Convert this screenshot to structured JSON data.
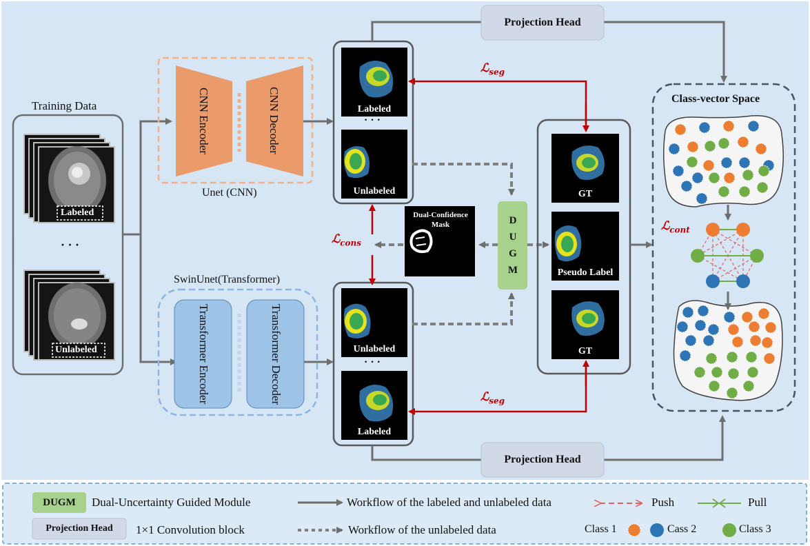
{
  "colors": {
    "background": "#d6e6f5",
    "cnn": "#eb9a6a",
    "transformer": "#9dc3e6",
    "dugm": "#a9d18e",
    "projection": "#d0d9e5",
    "red": "#c00000",
    "class1": "#ed7d31",
    "class2": "#2e75b6",
    "class3": "#70ad47"
  },
  "training": {
    "title": "Training Data",
    "labeled": "Labeled",
    "dots": "· · ·",
    "unlabeled": "Unlabeled"
  },
  "unet": {
    "caption": "Unet (CNN)",
    "encoder": "CNN Encoder",
    "decoder": "CNN Decoder"
  },
  "swin": {
    "caption": "SwinUnet(Transformer)",
    "encoder": "Transformer Encoder",
    "decoder": "Transformer Decoder"
  },
  "projection": {
    "top": "Projection Head",
    "bottom": "Projection Head"
  },
  "outputs": {
    "top_labeled": "Labeled",
    "top_dots": "· · ·",
    "top_unlabeled": "Unlabeled",
    "bottom_unlabeled": "Unlabeled",
    "bottom_dots": "· · ·",
    "bottom_labeled": "Labeled"
  },
  "dual_mask": "Dual-Confidence Mask",
  "dugm": "D U G M",
  "targets": {
    "gt_top": "GT",
    "pseudo": "Pseudo Label",
    "gt_bottom": "GT"
  },
  "losses": {
    "seg_top": "ℒ",
    "seg_top_sub": "seg",
    "seg_bottom": "ℒ",
    "seg_bottom_sub": "seg",
    "cons": "ℒ",
    "cons_sub": "cons",
    "cont": "ℒ",
    "cont_sub": "cont"
  },
  "class_space": {
    "title": "Class-vector Space"
  },
  "legend": {
    "dugm_tag": "DUGM",
    "dugm_desc": "Dual-Uncertainty Guided Module",
    "proj_tag": "Projection Head",
    "proj_desc": "1×1 Convolution block",
    "flow_solid": "Workflow of the labeled and unlabeled data",
    "flow_dashed": "Workflow of the unlabeled data",
    "push": "Push",
    "pull": "Pull",
    "class1": "Class 1",
    "class2": "Cass 2",
    "class3": "Class 3"
  }
}
